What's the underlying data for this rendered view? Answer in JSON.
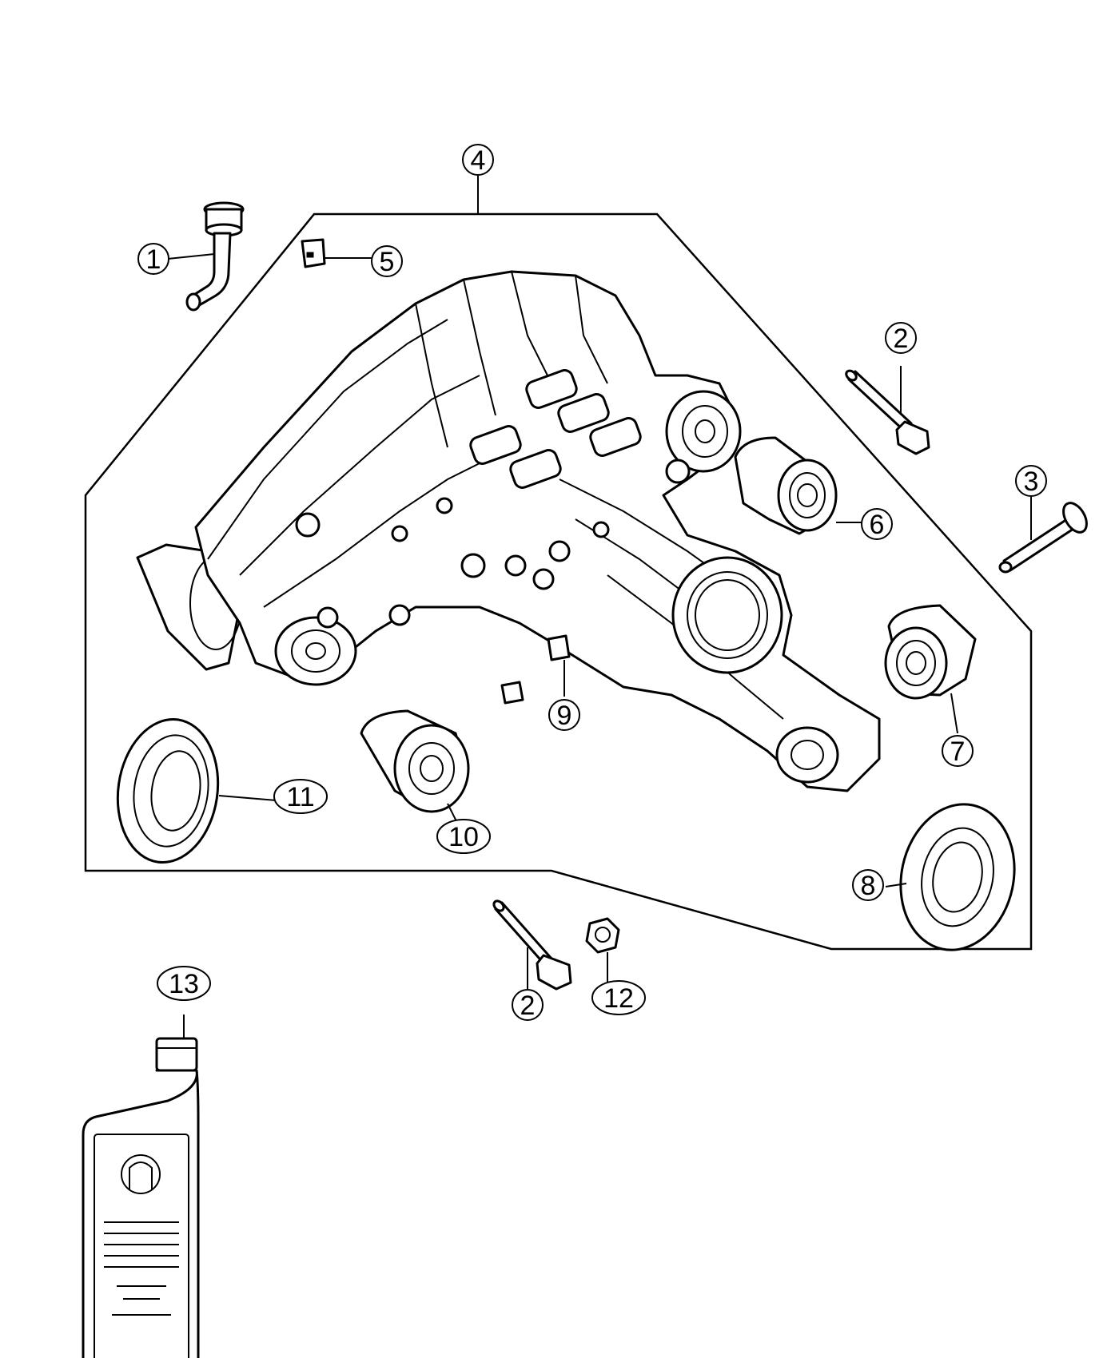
{
  "diagram": {
    "group_outline_callout": "4",
    "callouts": [
      {
        "id": "c1",
        "label": "1"
      },
      {
        "id": "c2a",
        "label": "2"
      },
      {
        "id": "c2b",
        "label": "2"
      },
      {
        "id": "c3",
        "label": "3"
      },
      {
        "id": "c4",
        "label": "4"
      },
      {
        "id": "c5",
        "label": "5"
      },
      {
        "id": "c6",
        "label": "6"
      },
      {
        "id": "c7",
        "label": "7"
      },
      {
        "id": "c8",
        "label": "8"
      },
      {
        "id": "c9",
        "label": "9"
      },
      {
        "id": "c10",
        "label": "10"
      },
      {
        "id": "c11",
        "label": "11"
      },
      {
        "id": "c12",
        "label": "12"
      },
      {
        "id": "c13",
        "label": "13"
      }
    ]
  }
}
